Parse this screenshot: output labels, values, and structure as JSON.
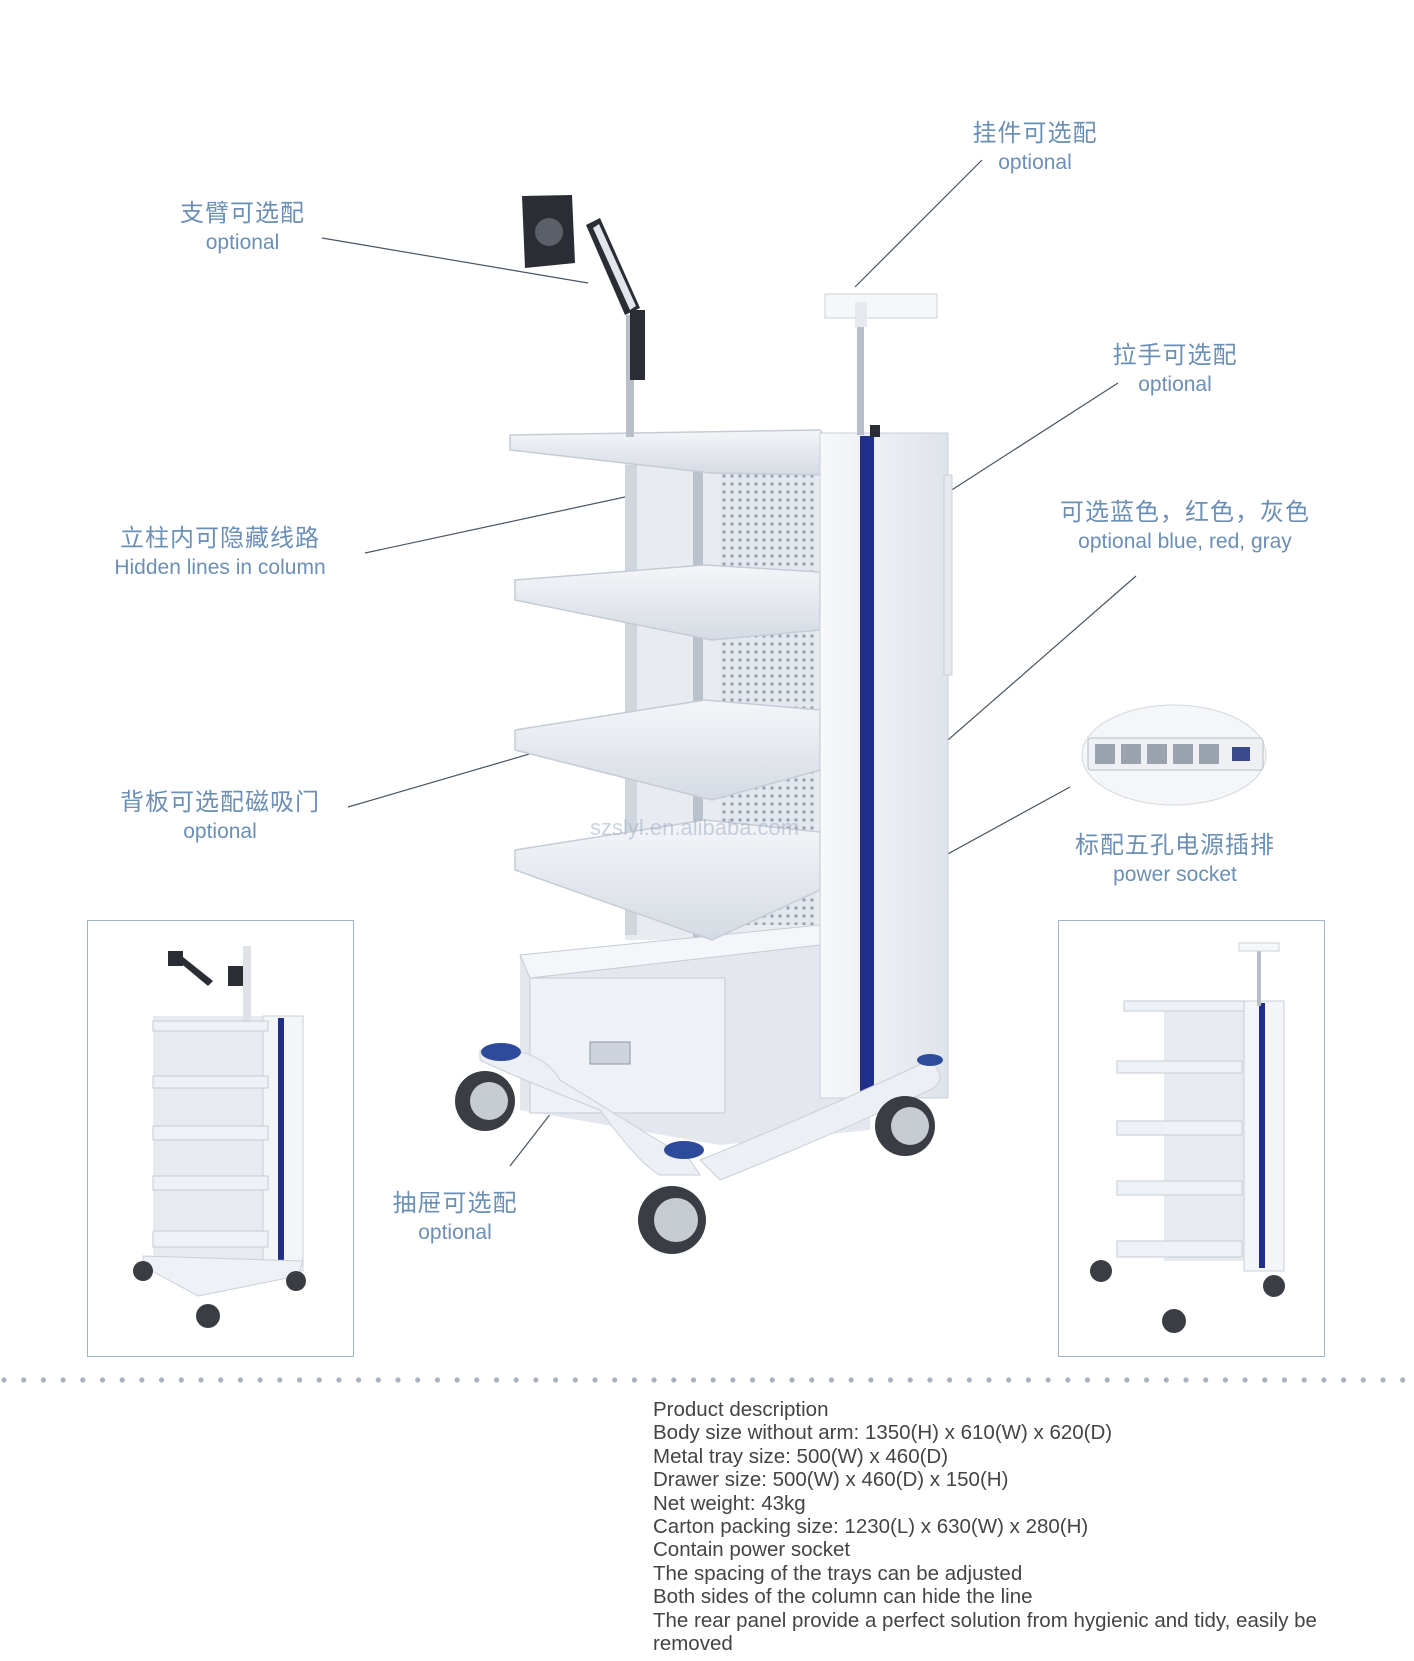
{
  "callouts": {
    "arm": {
      "cn": "支臂可选配",
      "en": "optional"
    },
    "hook": {
      "cn": "挂件可选配",
      "en": "optional"
    },
    "handle": {
      "cn": "拉手可选配",
      "en": "optional"
    },
    "color": {
      "cn": "可选蓝色，红色，灰色",
      "en": "optional blue, red, gray"
    },
    "hidden_lines": {
      "cn": "立柱内可隐藏线路",
      "en": "Hidden lines in column"
    },
    "back_panel": {
      "cn": "背板可选配磁吸门",
      "en": "optional"
    },
    "power_socket": {
      "cn": "标配五孔电源插排",
      "en": "power socket"
    },
    "drawer": {
      "cn": "抽屉可选配",
      "en": "optional"
    }
  },
  "watermark": "szslyl.en.alibaba.com",
  "description": {
    "title": "Product description",
    "lines": [
      "Body size without arm: 1350(H) x 610(W) x 620(D)",
      "Metal tray size: 500(W) x 460(D)",
      "Drawer size: 500(W) x 460(D) x 150(H)",
      "Net weight: 43kg",
      "Carton packing size: 1230(L) x 630(W) x 280(H)",
      "Contain power socket",
      "The spacing of the trays can be adjusted",
      "Both sides of the column can hide the line",
      "The rear panel provide a perfect solution from hygienic and tidy, easily be removed"
    ]
  },
  "colors": {
    "label": "#6b8fb5",
    "accent_blue": "#1f2f8a",
    "frame": "#e9edf2"
  }
}
